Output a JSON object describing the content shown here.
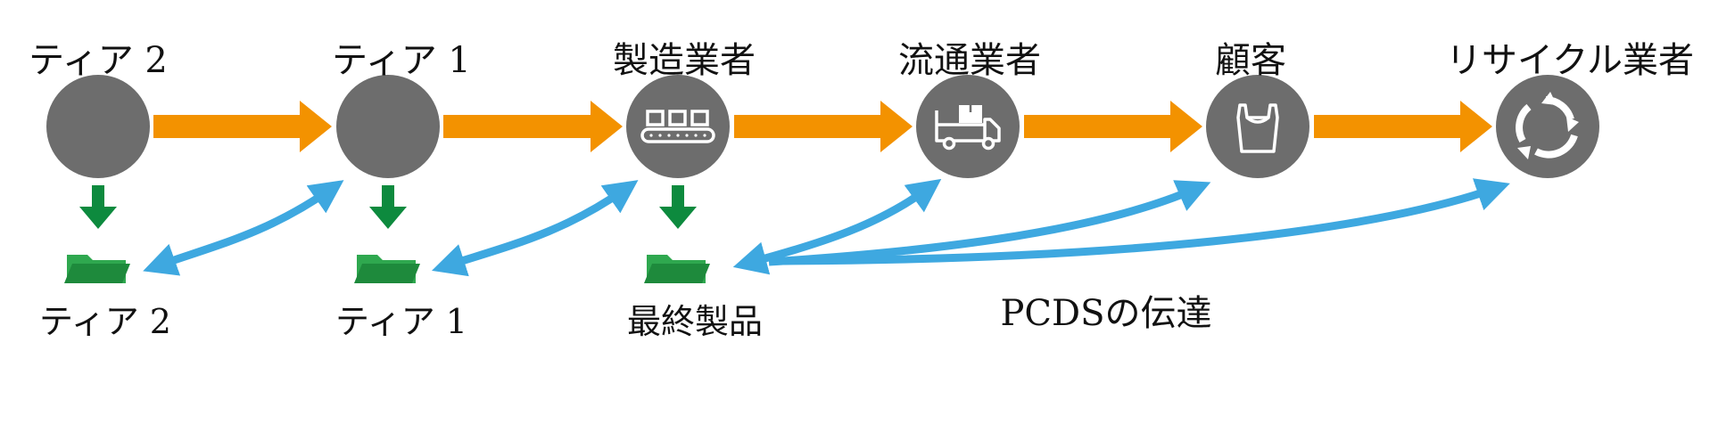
{
  "colors": {
    "node": "#6d6d6d",
    "flow_arrow": "#f39200",
    "down_arrow": "#0d8a3e",
    "folder_back": "#2fa84f",
    "folder_front": "#1e8a3c",
    "pcds_arrow": "#3ea8e0",
    "icon_stroke": "#ffffff"
  },
  "nodes": [
    {
      "label": "ティア 2",
      "icon": "blank-circle"
    },
    {
      "label": "ティア 1",
      "icon": "blank-circle"
    },
    {
      "label": "製造業者",
      "icon": "conveyor-icon"
    },
    {
      "label": "流通業者",
      "icon": "delivery-truck-icon"
    },
    {
      "label": "顧客",
      "icon": "shopping-bag-icon"
    },
    {
      "label": "リサイクル業者",
      "icon": "recycle-icon"
    }
  ],
  "folders": [
    {
      "label": "ティア 2",
      "icon": "folder-icon"
    },
    {
      "label": "ティア 1",
      "icon": "folder-icon"
    },
    {
      "label": "最終製品",
      "icon": "folder-icon"
    }
  ],
  "caption": "PCDSの伝達"
}
